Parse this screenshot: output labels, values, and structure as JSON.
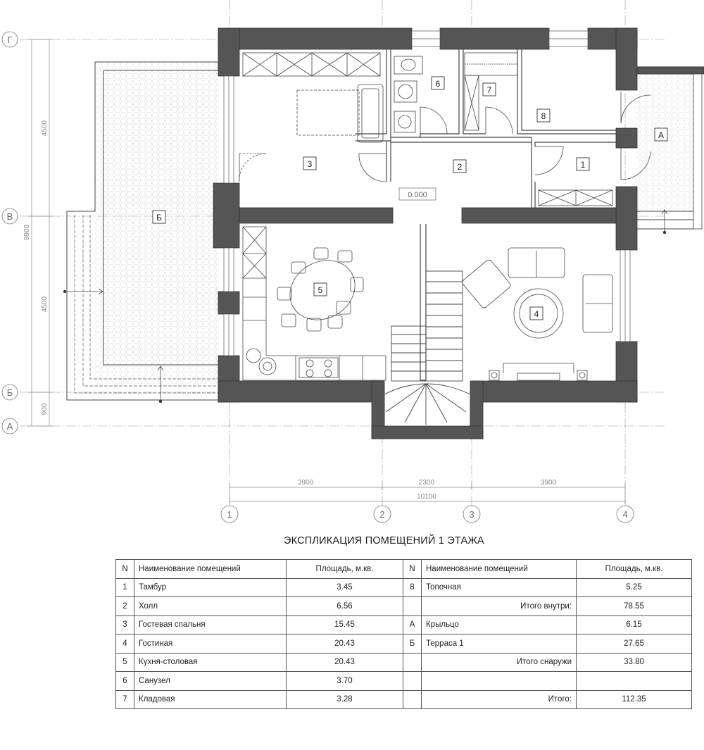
{
  "grid_labels": {
    "rows": [
      "Г",
      "В",
      "Б",
      "А"
    ],
    "cols": [
      "1",
      "2",
      "3",
      "4"
    ]
  },
  "dimensions": {
    "left": [
      "4500",
      "9900",
      "4500",
      "900"
    ],
    "bottom": [
      "3900",
      "2300",
      "3900",
      "10100"
    ]
  },
  "room_tags": [
    "1",
    "2",
    "3",
    "4",
    "5",
    "6",
    "7",
    "8",
    "А",
    "Б"
  ],
  "level_mark": "0.000",
  "explication": {
    "title": "ЭКСПЛИКАЦИЯ ПОМЕЩЕНИЙ 1 ЭТАЖА",
    "headers": {
      "n": "N",
      "name": "Наименование помещений",
      "area": "Площадь, м.кв."
    },
    "left_rows": [
      {
        "n": "1",
        "name": "Тамбур",
        "area": "3.45"
      },
      {
        "n": "2",
        "name": "Холл",
        "area": "6.56"
      },
      {
        "n": "3",
        "name": "Гостевая спальня",
        "area": "15.45"
      },
      {
        "n": "4",
        "name": "Гостиная",
        "area": "20.43"
      },
      {
        "n": "5",
        "name": "Кухня-столовая",
        "area": "20.43"
      },
      {
        "n": "6",
        "name": "Санузел",
        "area": "3.70"
      },
      {
        "n": "7",
        "name": "Кладовая",
        "area": "3.28"
      }
    ],
    "right_rows": [
      {
        "n": "8",
        "name": "Топочная",
        "area": "5.25"
      },
      {
        "n": "",
        "name": "Итого внутри:",
        "area": "78.55"
      },
      {
        "n": "А",
        "name": "Крыльцо",
        "area": "6.15"
      },
      {
        "n": "Б",
        "name": "Терраса 1",
        "area": "27.65"
      },
      {
        "n": "",
        "name": "Итого снаружи",
        "area": "33.80"
      },
      {
        "n": "",
        "name": "",
        "area": ""
      },
      {
        "n": "",
        "name": "Итого:",
        "area": "112.35"
      }
    ]
  },
  "colors": {
    "wall": "#555555",
    "line": "#444444",
    "grid": "#9a9a9a"
  }
}
